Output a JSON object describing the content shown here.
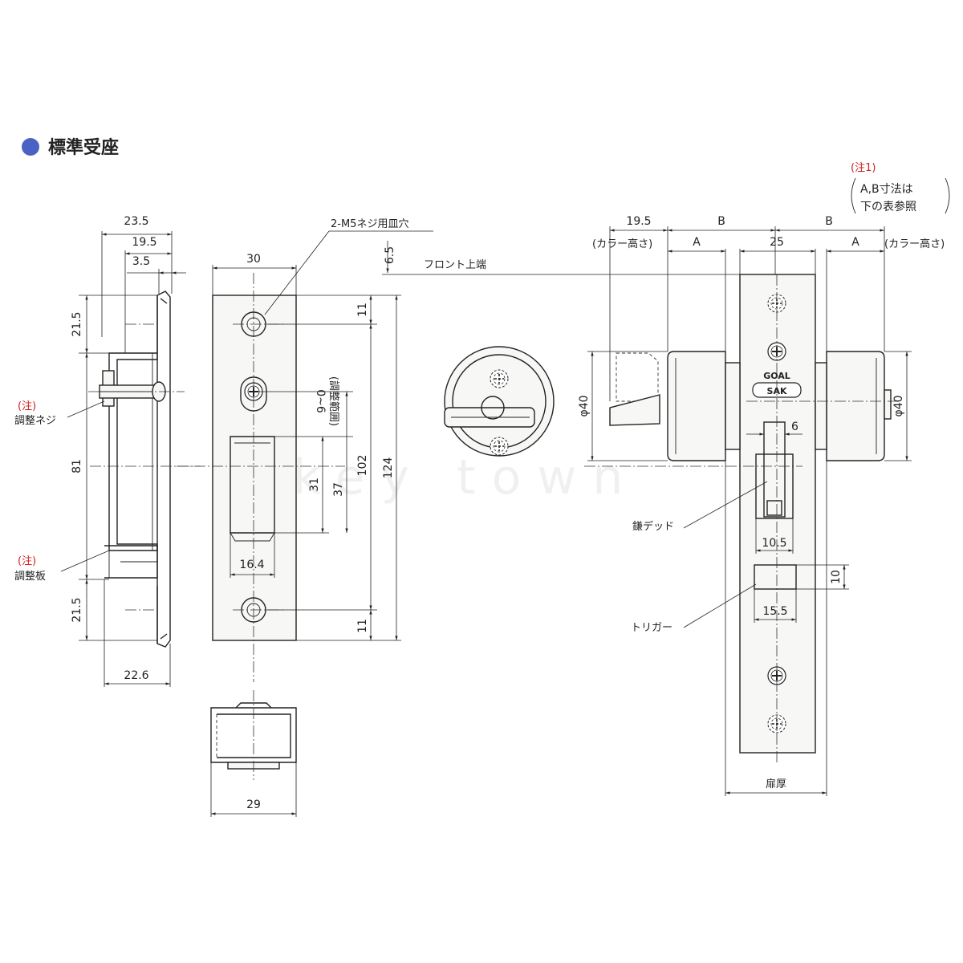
{
  "title": "標準受座",
  "colors": {
    "bullet": "#4a62c4",
    "note": "#d0201a"
  },
  "notes": {
    "note1": "(注1)",
    "ab_line1": "A,B寸法は",
    "ab_line2": "下の表参照",
    "adj_screw_note": "(注)",
    "adj_screw": "調整ネジ",
    "adj_plate_note": "(注)",
    "adj_plate": "調整板"
  },
  "side_view": {
    "w235": "23.5",
    "w195": "19.5",
    "w35": "3.5",
    "h215_top": "21.5",
    "h81": "81",
    "h215_bot": "21.5",
    "w226": "22.6"
  },
  "strike_front": {
    "hole_label": "2-M5ネジ用皿穴",
    "w30": "30",
    "h65": "6.5",
    "h11_top": "11",
    "range": "0~6",
    "range_note": "(調整範囲)",
    "h31": "31",
    "h37": "37",
    "h102": "102",
    "h124": "124",
    "w164": "16.4",
    "h11_bot": "11",
    "w29": "29"
  },
  "lock": {
    "front_top": "フロント上端",
    "w195": "19.5",
    "b_left": "B",
    "b_right": "B",
    "a_left": "A",
    "w25": "25",
    "a_right": "A",
    "collar_left": "(カラー高さ)",
    "collar_right": "(カラー高さ)",
    "phi40_left": "φ40",
    "phi40_right": "φ40",
    "w6": "6",
    "deadbolt": "鎌デッド",
    "w105": "10.5",
    "h10": "10",
    "w155": "15.5",
    "trigger": "トリガー",
    "door_thickness": "扉厚",
    "logo_top": "GOAL",
    "logo_bottom": "SAK"
  },
  "watermark": "key town"
}
